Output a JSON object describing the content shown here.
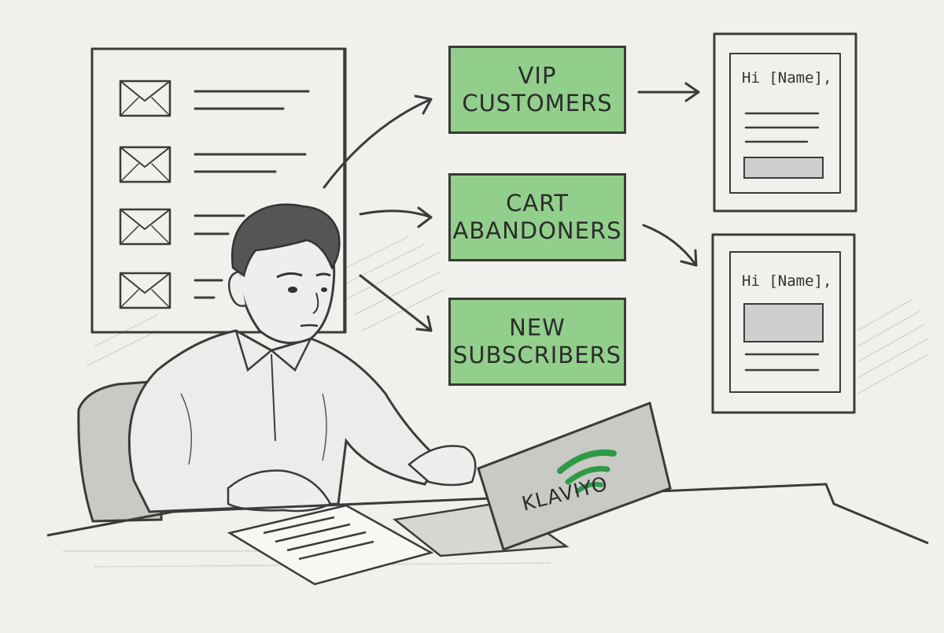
{
  "segments": [
    {
      "line1": "VIP",
      "line2": "CUSTOMERS"
    },
    {
      "line1": "CART",
      "line2": "ABANDONERS"
    },
    {
      "line1": "NEW",
      "line2": "SUBSCRIBERS"
    }
  ],
  "templates": [
    {
      "greeting": "Hi [Name],"
    },
    {
      "greeting": "Hi [Name],"
    }
  ],
  "laptop": {
    "brand": "KLAVIYO"
  },
  "colors": {
    "segment_fill": "#93cf8c",
    "logo_green": "#2f9a45",
    "paper": "#f1f0ec",
    "ink": "#3b3b3b"
  },
  "icons": [
    "envelope-icon",
    "klaviyo-logo-icon",
    "arrow-icon"
  ]
}
